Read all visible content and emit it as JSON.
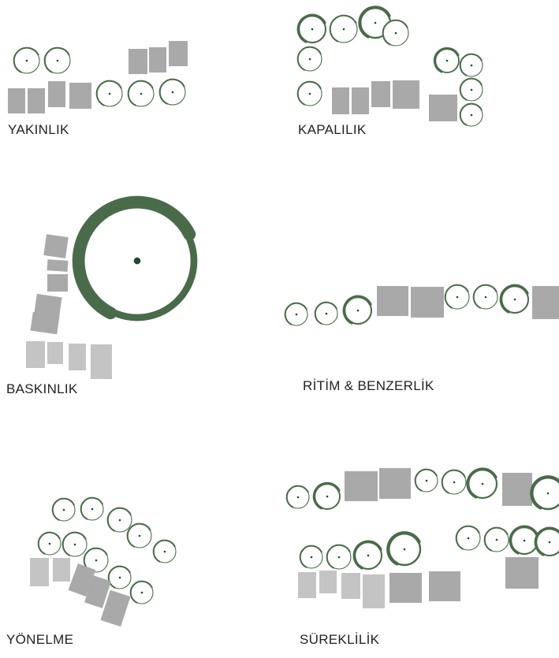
{
  "panels": {
    "yakinlik": {
      "title": "YAKINLIK"
    },
    "kapalilik": {
      "title": "KAPALILIK"
    },
    "baskinlik": {
      "title": "BASKINLIK"
    },
    "ritim": {
      "title": "RİTİM & BENZERLİK"
    },
    "yonelme": {
      "title": "YÖNELME"
    },
    "sureklilik": {
      "title": "SÜREKLİLİK"
    }
  },
  "colors": {
    "green": "#4a6b4a",
    "dark_green": "#1f4a2c",
    "gray": "#a9a9a9",
    "light_gray": "#c4c4c4",
    "background": "#ffffff"
  }
}
